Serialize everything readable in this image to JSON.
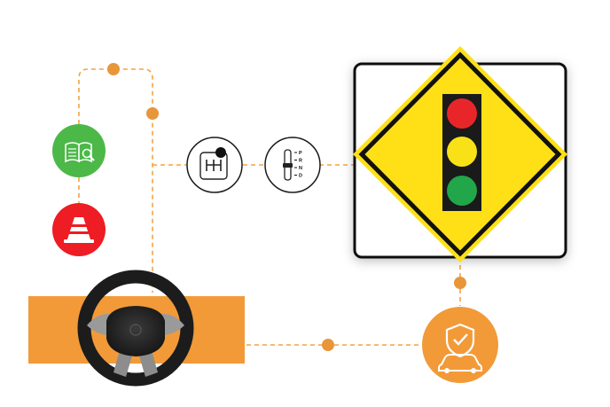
{
  "gear_selector": {
    "labels": [
      "P",
      "R",
      "N",
      "D"
    ]
  },
  "icons": {
    "manual": "manual-book-icon",
    "cone": "traffic-cone-icon",
    "shifter": "manual-gear-shifter-icon",
    "selector": "automatic-gear-selector-icon",
    "sign": "traffic-signal-ahead-sign",
    "wheel": "steering-wheel",
    "insurance": "car-insurance-shield-icon"
  },
  "colors": {
    "connector": "#F4A340",
    "dot": "#E8963A",
    "green": "#4CB848",
    "red": "#EE1C24",
    "orange": "#F29A38",
    "sign_yellow": "#FFE016",
    "light_red": "#E8262A",
    "light_yellow": "#F8E116",
    "light_green": "#21A649"
  }
}
